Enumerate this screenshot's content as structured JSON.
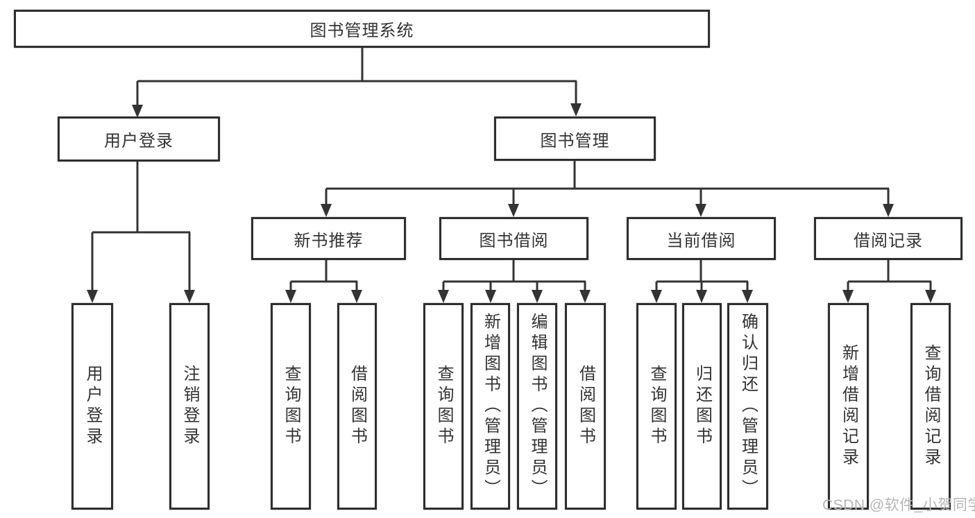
{
  "title": "图书管理系统",
  "tree": {
    "root": {
      "label": "图书管理系统"
    },
    "branches": [
      {
        "label": "用户登录",
        "children": [
          {
            "label": "用户登录"
          },
          {
            "label": "注销登录"
          }
        ]
      },
      {
        "label": "图书管理",
        "groups": [
          {
            "label": "新书推荐",
            "children": [
              {
                "label": "查询图书"
              },
              {
                "label": "借阅图书"
              }
            ]
          },
          {
            "label": "图书借阅",
            "children": [
              {
                "label": "查询图书"
              },
              {
                "label": "新增图书（管理员）"
              },
              {
                "label": "编辑图书（管理员）"
              },
              {
                "label": "借阅图书"
              }
            ]
          },
          {
            "label": "当前借阅",
            "children": [
              {
                "label": "查询图书"
              },
              {
                "label": "归还图书"
              },
              {
                "label": "确认归还（管理员）"
              }
            ]
          },
          {
            "label": "借阅记录",
            "children": [
              {
                "label": "新增借阅记录"
              },
              {
                "label": "查询借阅记录"
              }
            ]
          }
        ]
      }
    ]
  },
  "watermark": {
    "text": "CSDN @软件_小贺同学"
  },
  "colors": {
    "background": "#ffffff",
    "line": "#333333",
    "border": "#2e2e2e",
    "text": "#333333",
    "watermark": "#b5b5b5"
  }
}
